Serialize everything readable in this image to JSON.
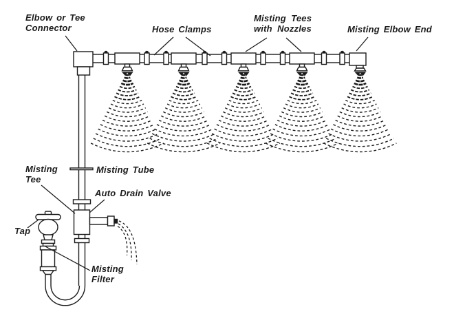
{
  "diagram": {
    "title_context": "misting-system-assembly-diagram",
    "background_color": "#ffffff",
    "line_color": "#1b1b1b",
    "labels": {
      "elbow_connector": {
        "line1": "Elbow or Tee",
        "line2": "Connector"
      },
      "hose_clamps": {
        "text": "Hose Clamps"
      },
      "misting_tees": {
        "line1": "Misting Tees",
        "line2": "with Nozzles"
      },
      "misting_elbow_end": {
        "text": "Misting Elbow End"
      },
      "misting_tee": {
        "line1": "Misting",
        "line2": "Tee"
      },
      "misting_tube": {
        "text": "Misting Tube"
      },
      "auto_drain_valve": {
        "text": "Auto Drain Valve"
      },
      "tap": {
        "text": "Tap"
      },
      "misting_filter": {
        "line1": "Misting",
        "line2": "Filter"
      }
    },
    "components": {
      "nozzle_count": 5,
      "nozzle_xs": [
        185,
        267,
        354,
        439,
        523.5
      ],
      "tee_xs": [
        185,
        267,
        354,
        439
      ],
      "clamp_xs": [
        154,
        213.5,
        241.5,
        297.5,
        326,
        382.5,
        411,
        471,
        497.5
      ]
    }
  }
}
